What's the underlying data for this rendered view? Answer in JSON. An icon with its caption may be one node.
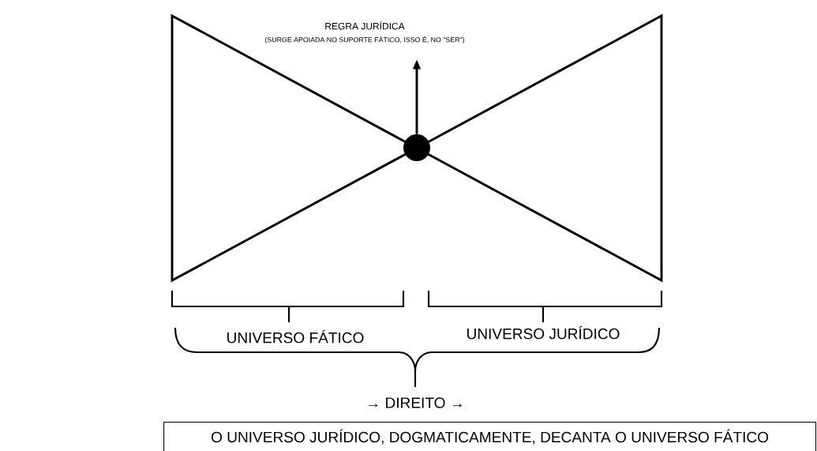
{
  "diagram": {
    "nodes": [
      {
        "text": [],
        "shape": "circle"
      },
      {
        "text": [
          "REGRA JURÍDICA",
          "(SURGE APOIADA NO SUPORTE FÁTICO, ISSO É, NO \"SER\")"
        ]
      },
      {
        "text": [
          "O UNIVERSO JURÍDICO, DOGMATICAMENTE, DECANTA O UNIVERSO FÁTICO"
        ]
      }
    ],
    "edges": [
      {
        "from": 0,
        "to": 1,
        "arrow": "to"
      }
    ],
    "labels": [
      "UNIVERSO FÁTICO",
      "UNIVERSO JURÍDICO",
      "→ DIREITO →"
    ]
  }
}
